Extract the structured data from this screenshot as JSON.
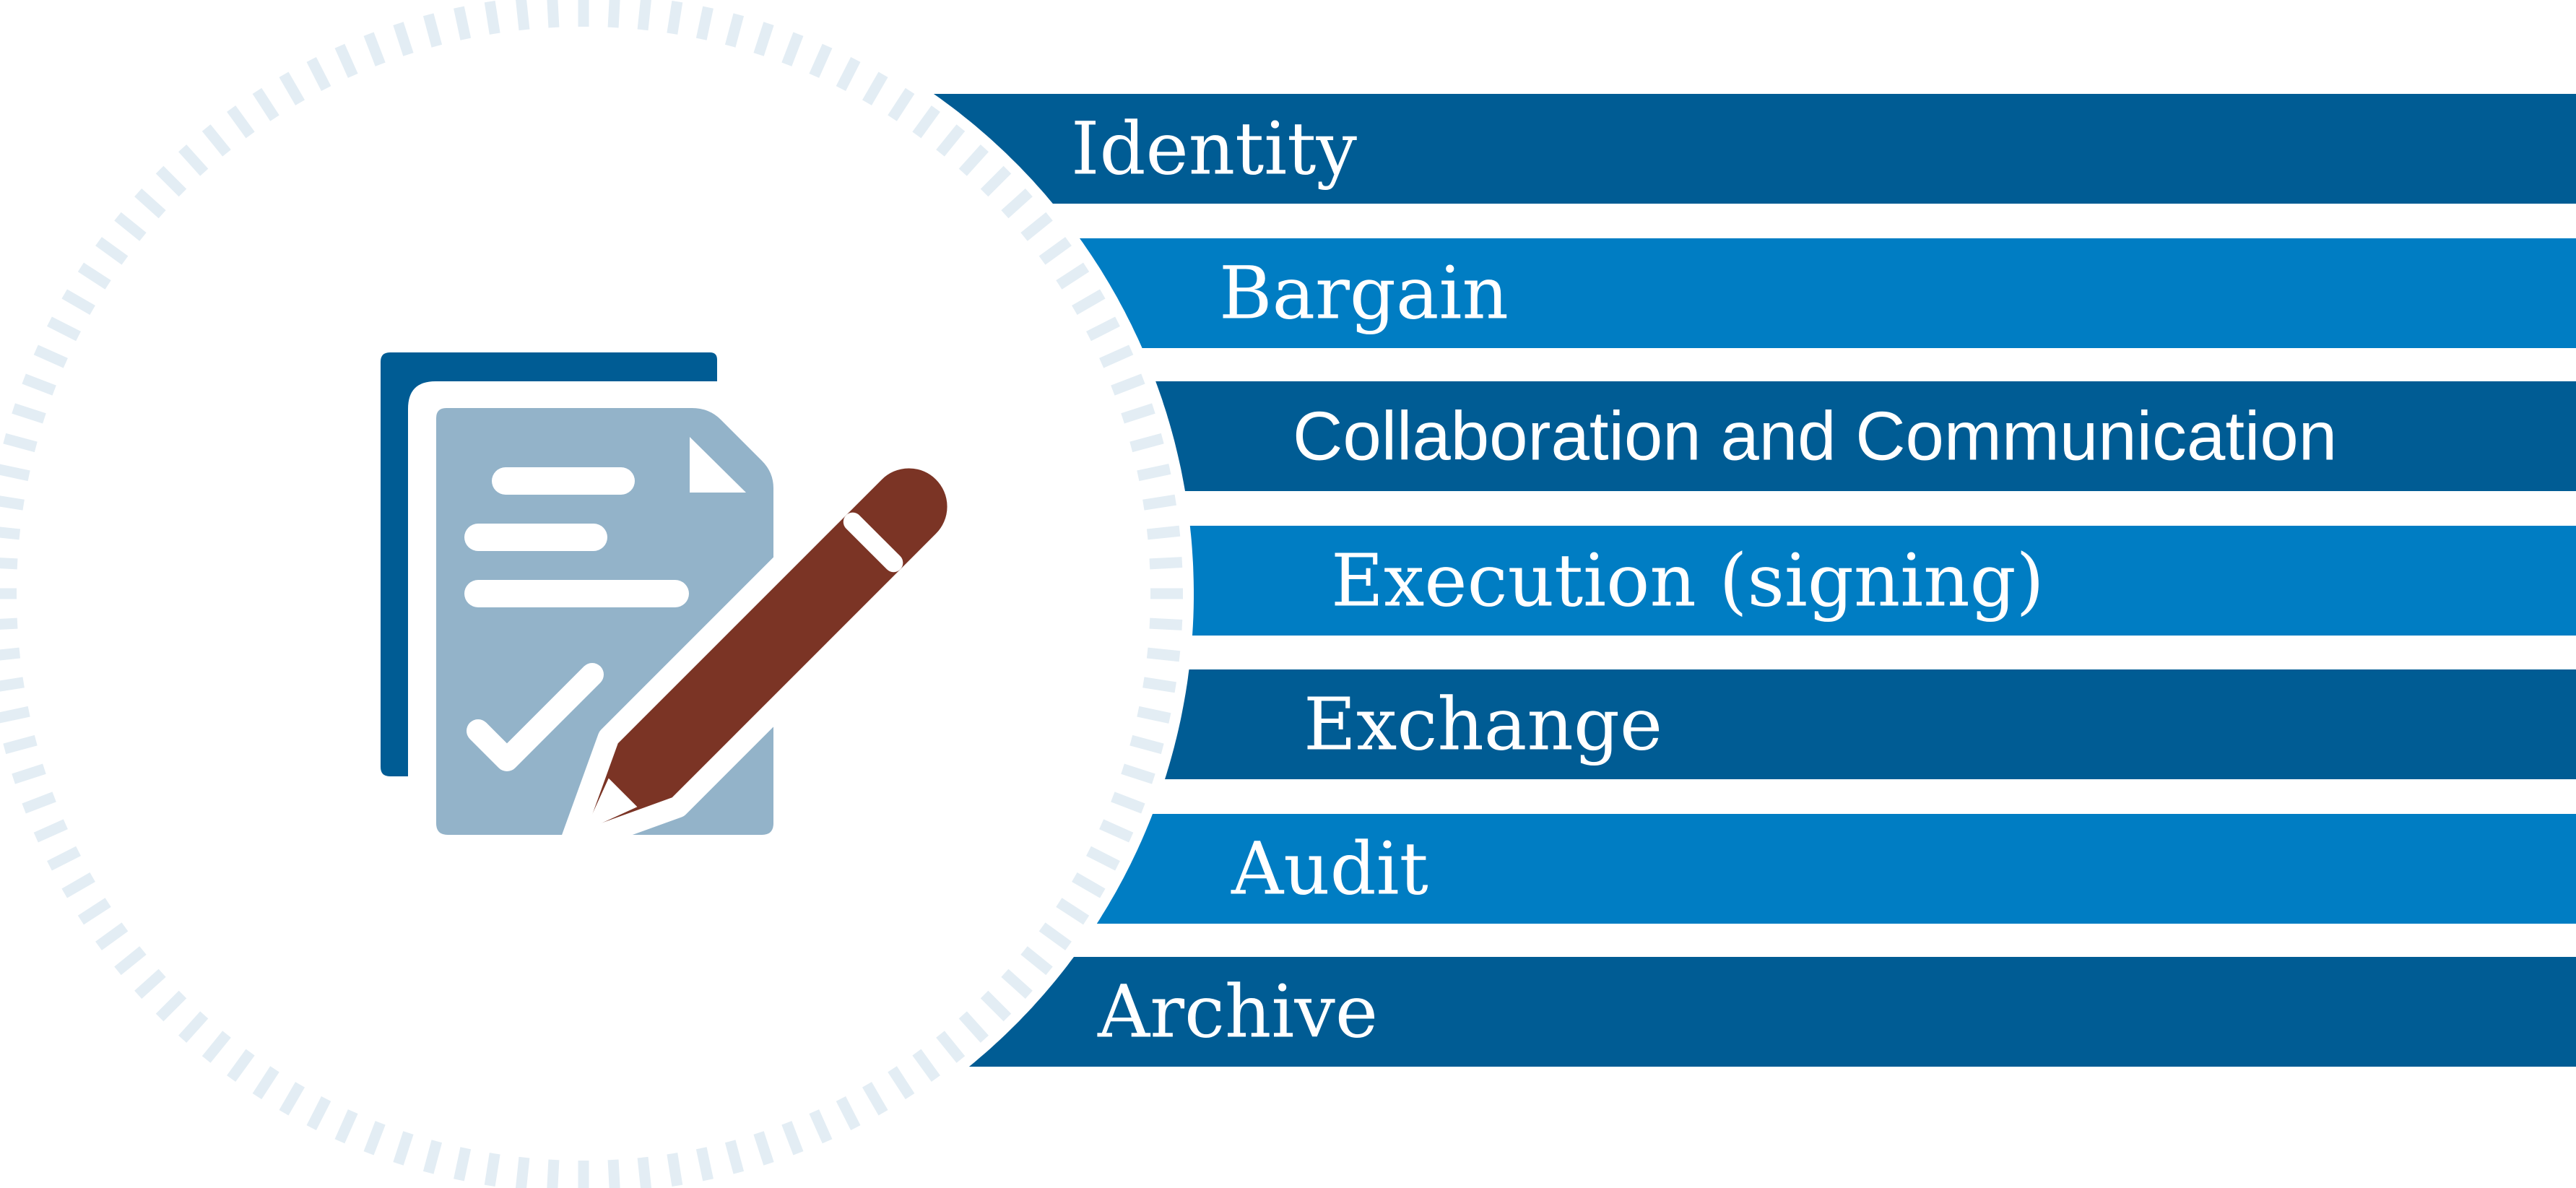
{
  "colors": {
    "band_dark": "#005c94",
    "band_light": "#007dc3",
    "ring_dash": "#e3edf4",
    "document_back": "#005c94",
    "document_front": "#93b3c9",
    "pencil": "#7b3425",
    "line_white": "#ffffff"
  },
  "icon": {
    "name": "document-signing-icon"
  },
  "bands": [
    {
      "label": "Identity",
      "tone": "dark"
    },
    {
      "label": "Bargain",
      "tone": "light"
    },
    {
      "label": "Collaboration and Communication",
      "tone": "dark"
    },
    {
      "label": "Execution (signing)",
      "tone": "light"
    },
    {
      "label": "Exchange",
      "tone": "dark"
    },
    {
      "label": "Audit",
      "tone": "light"
    },
    {
      "label": "Archive",
      "tone": "dark"
    }
  ]
}
